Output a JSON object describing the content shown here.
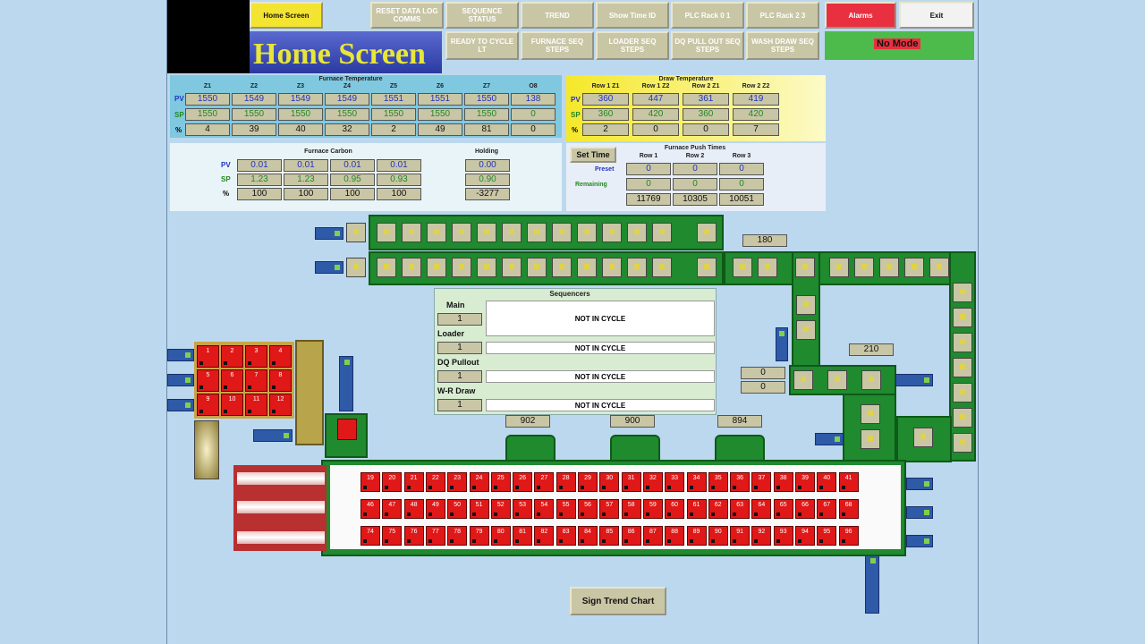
{
  "nav": {
    "home": "Home Screen",
    "reset": "RESET DATA LOG COMMS",
    "sequence": "SEQUENCE STATUS",
    "trend": "TREND",
    "show": "Show Time ID",
    "plc1": "PLC Rack 0 1",
    "plc2": "PLC Rack 2 3",
    "alarms": "Alarms",
    "exit": "Exit",
    "ready": "READY TO CYCLE LT",
    "furnace_seq": "FURNACE SEQ STEPS",
    "loader_seq": "LOADER SEQ STEPS",
    "dq_seq": "DQ PULL OUT SEQ STEPS",
    "wash_seq": "WASH DRAW SEQ STEPS",
    "mode": "No Mode"
  },
  "page_title": "Home Screen",
  "furnace_temp": {
    "title": "Furnace Temperature",
    "zones": [
      "Z1",
      "Z2",
      "Z3",
      "Z4",
      "Z5",
      "Z6",
      "Z7",
      "O8"
    ],
    "pv": [
      "1550",
      "1549",
      "1549",
      "1549",
      "1551",
      "1551",
      "1550",
      "138"
    ],
    "sp": [
      "1550",
      "1550",
      "1550",
      "1550",
      "1550",
      "1550",
      "1550",
      "0"
    ],
    "pct": [
      "4",
      "39",
      "40",
      "32",
      "2",
      "49",
      "81",
      "0"
    ],
    "labels": {
      "pv": "PV",
      "sp": "SP",
      "pct": "%"
    }
  },
  "draw_temp": {
    "title": "Draw Temperature",
    "cols": [
      "Row 1 Z1",
      "Row 1 Z2",
      "Row 2 Z1",
      "Row 2 Z2"
    ],
    "pv": [
      "360",
      "447",
      "361",
      "419"
    ],
    "sp": [
      "360",
      "420",
      "360",
      "420"
    ],
    "pct": [
      "2",
      "0",
      "0",
      "7"
    ]
  },
  "carbon": {
    "title": "Furnace Carbon",
    "pv": [
      "0.01",
      "0.01",
      "0.01",
      "0.01"
    ],
    "sp": [
      "1.23",
      "1.23",
      "0.95",
      "0.93"
    ],
    "pct": [
      "100",
      "100",
      "100",
      "100"
    ],
    "holding_title": "Holding",
    "holding": [
      "0.00",
      "0.90",
      "-3277"
    ]
  },
  "push": {
    "set_time": "Set Time",
    "title": "Furnace Push Times",
    "cols": [
      "Row 1",
      "Row 2",
      "Row 3"
    ],
    "preset_label": "Preset",
    "remaining_label": "Remaining",
    "preset": [
      "0",
      "0",
      "0"
    ],
    "remaining": [
      "0",
      "0",
      "0"
    ],
    "totals": [
      "11769",
      "10305",
      "10051"
    ]
  },
  "sequencers": {
    "title": "Sequencers",
    "items": [
      {
        "label": "Main",
        "value": "1",
        "status": "NOT IN CYCLE"
      },
      {
        "label": "Loader",
        "value": "1",
        "status": "NOT IN CYCLE"
      },
      {
        "label": "DQ Pullout",
        "value": "1",
        "status": "NOT IN CYCLE"
      },
      {
        "label": "W-R Draw",
        "value": "1",
        "status": "NOT IN CYCLE"
      }
    ]
  },
  "readouts": {
    "r180": "180",
    "r210": "210",
    "r902": "902",
    "r900": "900",
    "r894": "894",
    "zero1": "0",
    "zero2": "0"
  },
  "furnace_rows": {
    "row1": [
      "19",
      "20",
      "21",
      "22",
      "23",
      "24",
      "25",
      "26",
      "27",
      "28",
      "29",
      "30",
      "31",
      "32",
      "33",
      "34",
      "35",
      "36",
      "37",
      "38",
      "39",
      "40",
      "41"
    ],
    "row2": [
      "46",
      "47",
      "48",
      "49",
      "50",
      "51",
      "52",
      "53",
      "54",
      "55",
      "56",
      "57",
      "58",
      "59",
      "60",
      "61",
      "62",
      "63",
      "64",
      "65",
      "66",
      "67",
      "68"
    ],
    "row3": [
      "74",
      "75",
      "76",
      "77",
      "78",
      "79",
      "80",
      "81",
      "82",
      "83",
      "84",
      "85",
      "86",
      "87",
      "88",
      "89",
      "90",
      "91",
      "92",
      "93",
      "94",
      "95",
      "96"
    ]
  },
  "loader_grid": [
    "1",
    "2",
    "3",
    "4",
    "5",
    "6",
    "7",
    "8",
    "9",
    "10",
    "11",
    "12"
  ],
  "sign_trend": "Sign Trend Chart",
  "colors": {
    "accent": "#1f8a2e",
    "alarm": "#e83040",
    "mode": "#4cbb4c",
    "heat": "#e01818"
  }
}
